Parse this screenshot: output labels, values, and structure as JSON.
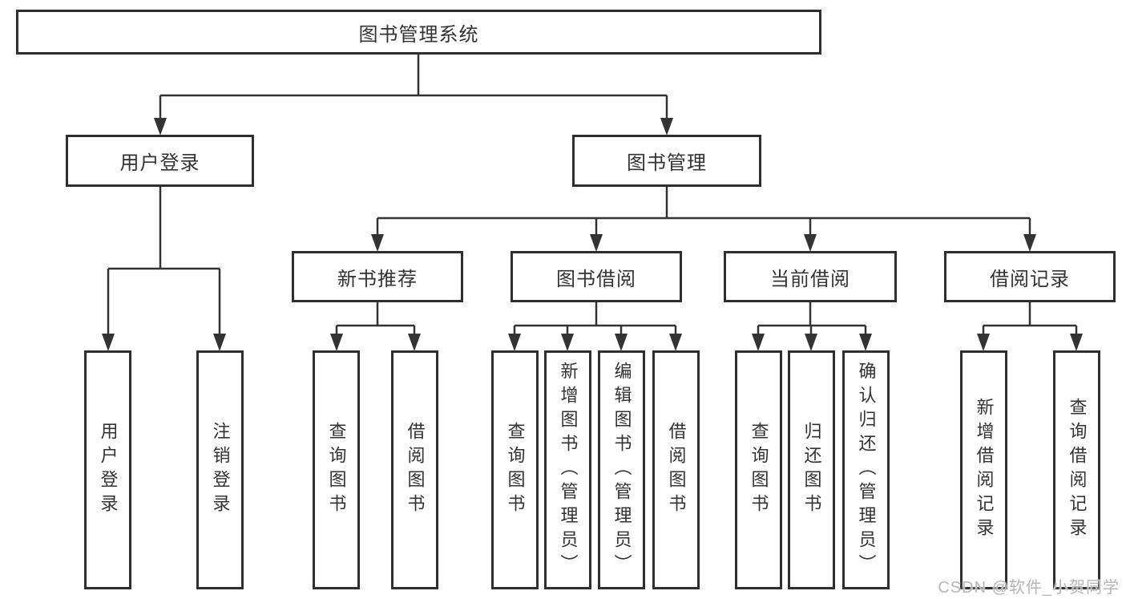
{
  "diagram_type": "functional-structure-tree",
  "tree": {
    "label": "图书管理系统",
    "children": [
      {
        "label": "用户登录",
        "children": [
          {
            "label": "用户登录"
          },
          {
            "label": "注销登录"
          }
        ]
      },
      {
        "label": "图书管理",
        "children": [
          {
            "label": "新书推荐",
            "children": [
              {
                "label": "查询图书"
              },
              {
                "label": "借阅图书"
              }
            ]
          },
          {
            "label": "图书借阅",
            "children": [
              {
                "label": "查询图书"
              },
              {
                "label": "新增图书（管理员）"
              },
              {
                "label": "编辑图书（管理员）"
              },
              {
                "label": "借阅图书"
              }
            ]
          },
          {
            "label": "当前借阅",
            "children": [
              {
                "label": "查询图书"
              },
              {
                "label": "归还图书"
              },
              {
                "label": "确认归还（管理员）"
              }
            ]
          },
          {
            "label": "借阅记录",
            "children": [
              {
                "label": "新增借阅记录"
              },
              {
                "label": "查询借阅记录"
              }
            ]
          }
        ]
      }
    ]
  },
  "watermark": {
    "text": "CSDN @软件_小贺同学"
  },
  "colors": {
    "background": "#ffffff",
    "box_fill": "#ffffff",
    "box_border": "#2f2f2f",
    "line": "#333333",
    "text": "#333333",
    "watermark": "#b6b6b6"
  }
}
